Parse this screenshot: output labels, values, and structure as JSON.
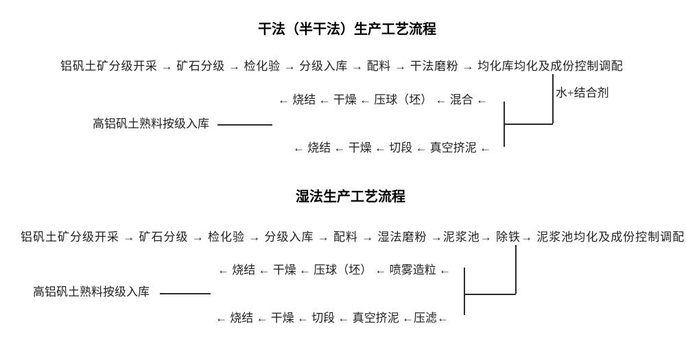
{
  "colors": {
    "background": "#ffffff",
    "text": "#1f1f1f",
    "line": "#2a2a2a"
  },
  "dry_process": {
    "title": "干法（半干法）生产工艺流程",
    "main_flow": "铝矾土矿分级开采 → 矿石分级 → 检化验 → 分级入库 → 配料 → 干法磨粉 → 均化库均化及成份控制调配",
    "additive_label": "水+结合剂",
    "mix_branch": "← 烧结 ← 干燥 ← 压球（坯） ← 混合 ←",
    "output_label": "高铝矾土熟料按级入库",
    "extrude_branch": "← 烧结 ← 干燥 ← 切段 ← 真空挤泥 ←"
  },
  "wet_process": {
    "title": "湿法生产工艺流程",
    "main_flow": "铝矾土矿分级开采 → 矿石分级 → 检化验 → 分级入库 → 配料 → 湿法磨粉 →泥浆池→ 除铁→ 泥浆池均化及成份控制调配",
    "spray_branch": "← 烧结 ← 干燥 ← 压球（坯） ← 喷雾造粒 ←",
    "output_label": "高铝矾土熟料按级入库",
    "filter_branch": "← 烧结 ← 干燥 ← 切段 ← 真空挤泥 ←压滤←"
  }
}
